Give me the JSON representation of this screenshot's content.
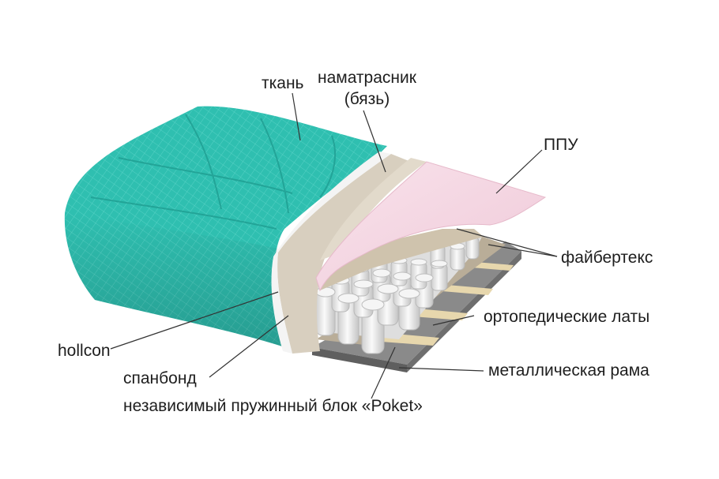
{
  "labels": {
    "fabric": "ткань",
    "topper_line1": "наматрасник",
    "topper_line2": "(бязь)",
    "foam": "ППУ",
    "fibertex": "файбертекс",
    "slats": "ортопедические латы",
    "hollcon": "hollcon",
    "spunbond": "спанбонд",
    "frame": "металлическая рама",
    "spring_block": "независимый пружинный блок «Poket»"
  },
  "colors": {
    "fabric": "#2fbfb0",
    "fabric_dark": "#1f9e92",
    "foam": "#f7dbe6",
    "felt": "#d8cfbf",
    "spring": "#eeeeee",
    "frame": "#777777",
    "slat": "#e7d7ad",
    "leader": "#333333"
  }
}
